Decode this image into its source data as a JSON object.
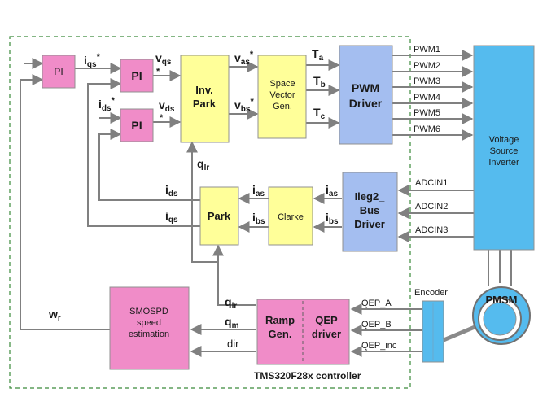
{
  "controller_label": "TMS320F28x controller",
  "blocks": {
    "pi_speed": "PI",
    "pi_q": "PI",
    "pi_d": "PI",
    "inv_park": [
      "Inv.",
      "Park"
    ],
    "svgen": [
      "Space",
      "Vector",
      "Gen."
    ],
    "pwm_driver": [
      "PWM",
      "Driver"
    ],
    "inverter": [
      "Voltage",
      "Source",
      "Inverter"
    ],
    "ileg2": [
      "Ileg2_",
      "Bus",
      "Driver"
    ],
    "clarke": "Clarke",
    "park": "Park",
    "smospd": [
      "SMOSPD",
      "speed",
      "estimation"
    ],
    "ramp_gen": [
      "Ramp",
      "Gen."
    ],
    "qep_driver": [
      "QEP",
      "driver"
    ],
    "encoder": "Encoder",
    "pmsm": "PMSM"
  },
  "pwm_signals": [
    "PWM1",
    "PWM2",
    "PWM3",
    "PWM4",
    "PWM5",
    "PWM6"
  ],
  "adc_signals": [
    "ADCIN1",
    "ADCIN2",
    "ADCIN3"
  ],
  "qep_signals": [
    "QEP_A",
    "QEP_B",
    "QEP_inc"
  ],
  "signals": {
    "iqs_ref": {
      "base": "i",
      "sub": "qs",
      "sup": "*"
    },
    "ids_ref": {
      "base": "i",
      "sub": "ds",
      "sup": "*"
    },
    "vqs": {
      "base": "v",
      "sub": "qs",
      "sup": "*"
    },
    "vds": {
      "base": "v",
      "sub": "ds",
      "sup": "*"
    },
    "vas": {
      "base": "v",
      "sub": "as",
      "sup": "*"
    },
    "vbs": {
      "base": "v",
      "sub": "bs",
      "sup": "*"
    },
    "ta": {
      "base": "T",
      "sub": "a"
    },
    "tb": {
      "base": "T",
      "sub": "b"
    },
    "tc": {
      "base": "T",
      "sub": "c"
    },
    "qlr_park": {
      "base": "q",
      "sub": "lr"
    },
    "ids_fb": {
      "base": "i",
      "sub": "ds"
    },
    "iqs_fb": {
      "base": "i",
      "sub": "qs"
    },
    "ias_park": {
      "base": "i",
      "sub": "as"
    },
    "ibs_park": {
      "base": "i",
      "sub": "bs"
    },
    "ias_clarke": {
      "base": "i",
      "sub": "as"
    },
    "ibs_clarke": {
      "base": "i",
      "sub": "bs"
    },
    "qlr_ramp": {
      "base": "q",
      "sub": "lr"
    },
    "qm": {
      "base": "q",
      "sub": "m"
    },
    "dir": {
      "base": "dir"
    },
    "wr": {
      "base": "w",
      "sub": "r"
    }
  }
}
